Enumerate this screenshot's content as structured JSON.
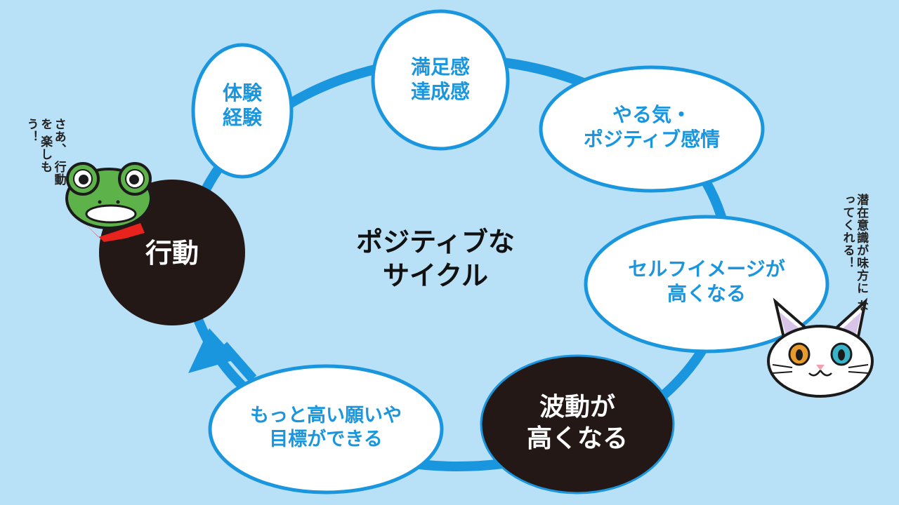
{
  "diagram": {
    "title": [
      "ポジティブな",
      "サイクル"
    ],
    "nodes": {
      "action": [
        "行動"
      ],
      "experience": [
        "体験",
        "経験"
      ],
      "satisfaction": [
        "満足感",
        "達成感"
      ],
      "motivation": [
        "やる気・",
        "ポジティブ感情"
      ],
      "self_image": [
        "セルフイメージが",
        "高くなる"
      ],
      "vibration": [
        "波動が",
        "高くなる"
      ],
      "goals": [
        "もっと高い願いや",
        "目標ができる"
      ]
    },
    "frog_speech": [
      "さあ、",
      "行動を",
      "楽しもう！"
    ],
    "cat_speech": [
      "潜在意識が味方に",
      "なってくれる！"
    ]
  },
  "colors": {
    "background": "#b8e0f6",
    "accent_blue": "#1a96de",
    "dark_node": "#231815",
    "frog_green": "#5db34a",
    "scarf_red": "#e8221c"
  }
}
